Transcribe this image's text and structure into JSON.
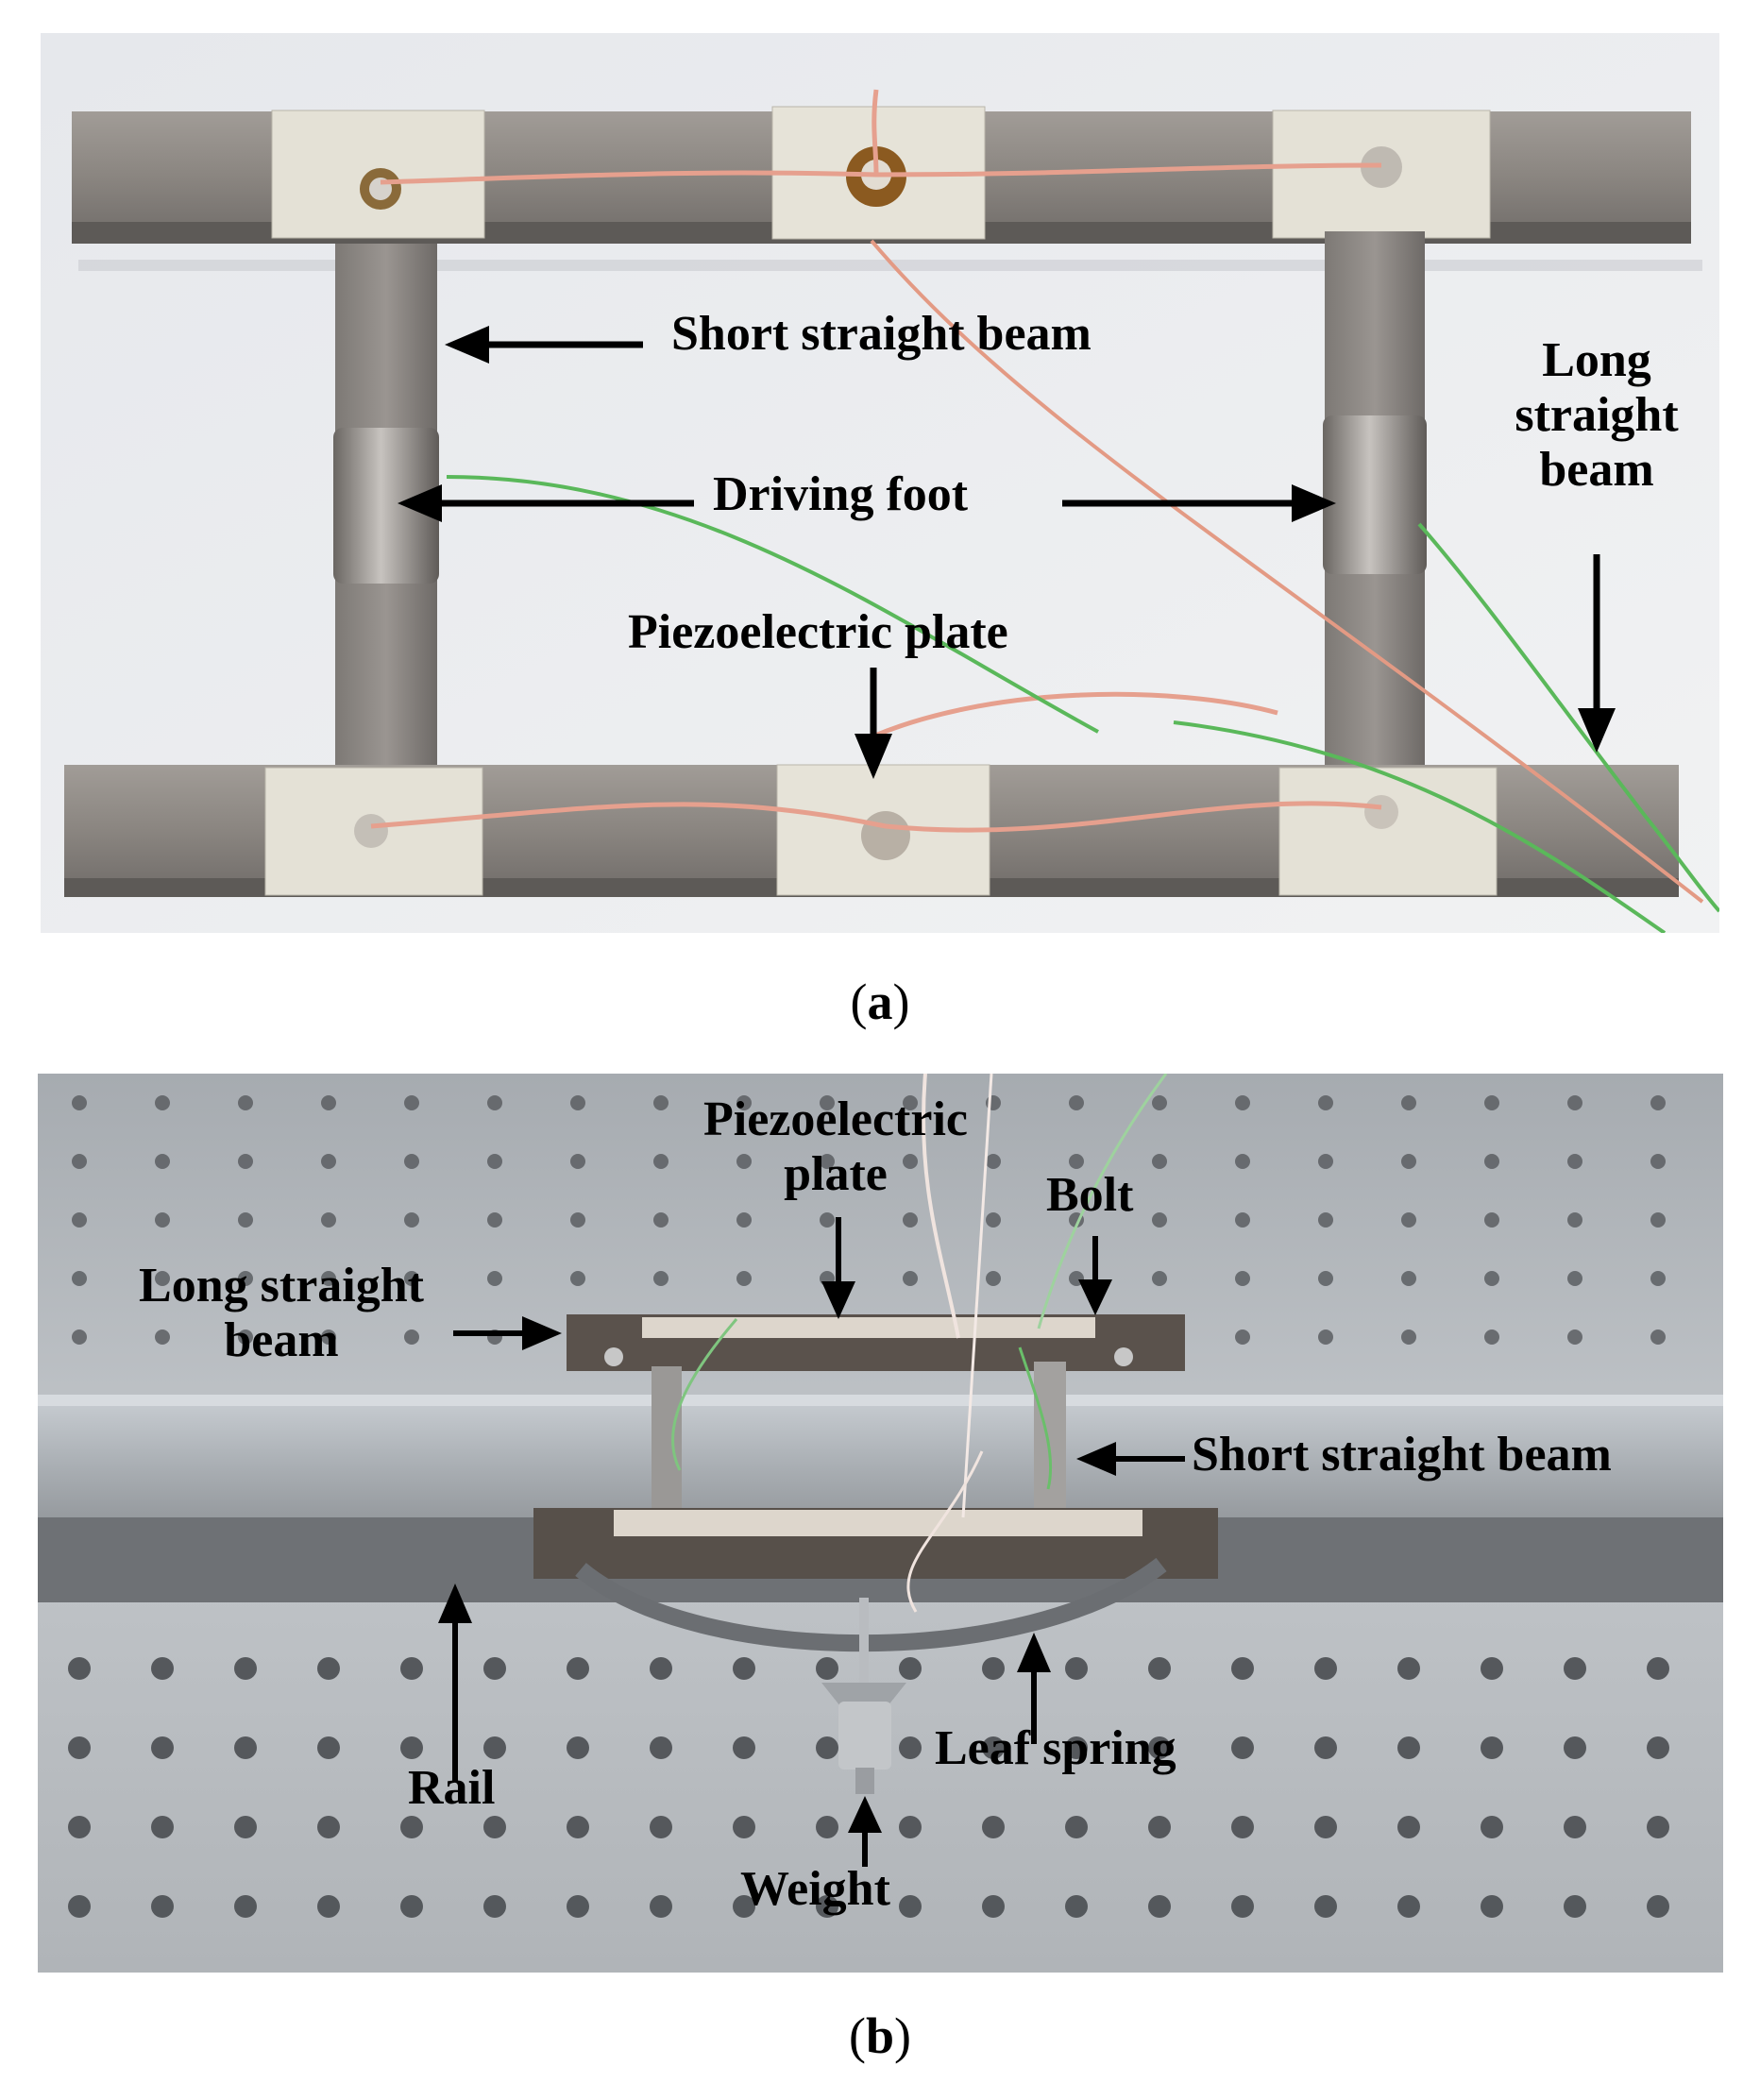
{
  "panel_a": {
    "caption": {
      "open": "(",
      "letter": "a",
      "close": ")"
    },
    "labels": {
      "short_beam": "Short straight beam",
      "driving_foot": "Driving foot",
      "long_beam_1": "Long",
      "long_beam_2": "straight",
      "long_beam_3": "beam",
      "piezo_plate": "Piezoelectric plate"
    }
  },
  "panel_b": {
    "caption": {
      "open": "(",
      "letter": "b",
      "close": ")"
    },
    "labels": {
      "piezo_1": "Piezoelectric",
      "piezo_2": "plate",
      "bolt": "Bolt",
      "long_beam_1": "Long straight",
      "long_beam_2": "beam",
      "short_beam": "Short straight beam",
      "rail": "Rail",
      "leaf_spring": "Leaf spring",
      "weight": "Weight"
    }
  },
  "colors": {
    "background_a": "#e9ebee",
    "steel": "#8d8985",
    "ceramic": "#e4e1d6",
    "wire_copper": "#e6a08e",
    "wire_green": "#5ab85a",
    "table_aluminum": "#b9bdc2",
    "label": "#000000"
  }
}
